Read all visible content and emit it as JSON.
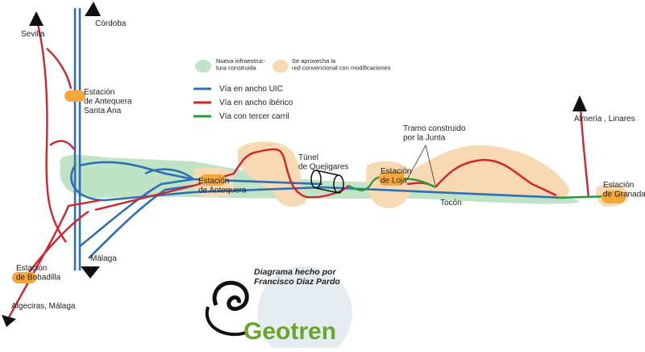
{
  "colors": {
    "uic": "#2f6fb3",
    "iberico": "#d1242f",
    "tercer_carril": "#2a9a3c",
    "nueva_infra": "#bfe3c5",
    "aprovecha": "#f7d9b4",
    "station": "#f4a73a",
    "brand": "#6aa52a"
  },
  "legend": {
    "nueva_infra": "Nueva infraestruc-\ntura construida",
    "aprovecha": "Se aprovecha la\nred convencional con modificaciones",
    "uic": "Vía en ancho UIC",
    "iberico": "Vía en ancho ibérico",
    "tercer": "Vía con tercer carril"
  },
  "places": {
    "sevilla": "Sevilla",
    "cordoba": "Córdoba",
    "malaga": "Málaga",
    "algeciras": "Algeciras, Málaga",
    "almeria": "Almería , Linares",
    "tocon": "Tocón"
  },
  "stations": {
    "antequera_sa": "Estación\nde Antequera\nSanta Ana",
    "antequera": "Estación\nde Antequera",
    "bobadilla": "Estación\nde Bobadilla",
    "loja": "Estación\nde Loja",
    "granada": "Estación\nde Granada"
  },
  "annotations": {
    "tunel": "Túnel\nde Quejigares",
    "tramo": "Tramo construido\npor la Junta"
  },
  "credit": "Diagrama hecho por\nFrancisco Díaz Pardo",
  "brand": "Geotren"
}
